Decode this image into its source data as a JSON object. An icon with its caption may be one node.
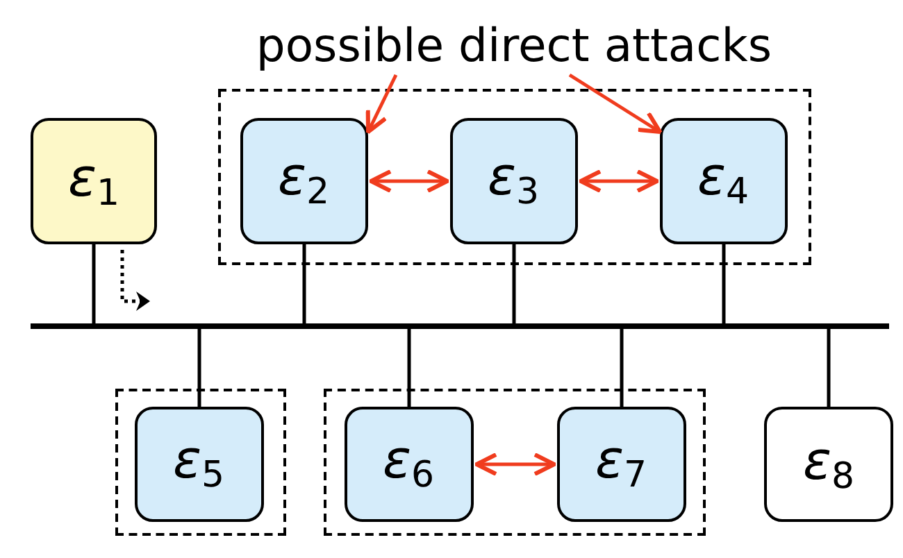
{
  "diagram": {
    "nodes": [
      {
        "text": [
          "possible direct attacks"
        ]
      },
      {
        "text": [
          "*ε*$_{1}$"
        ]
      },
      {
        "text": [],
        "shape": "box"
      },
      {
        "text": [
          "*ε*$_{2}$"
        ],
        "in": 2
      },
      {
        "text": [
          "*ε*$_{3}$"
        ],
        "in": 2
      },
      {
        "text": [
          "*ε*$_{4}$"
        ],
        "in": 2
      },
      {
        "text": [],
        "shape": "bar"
      },
      {
        "text": [],
        "shape": "box"
      },
      {
        "text": [
          "*ε*$_{5}$"
        ],
        "in": 7
      },
      {
        "text": [],
        "shape": "box"
      },
      {
        "text": [
          "*ε*$_{6}$"
        ],
        "in": 9
      },
      {
        "text": [
          "*ε*$_{7}$"
        ],
        "in": 9
      },
      {
        "text": [
          "*ε*$_{8}$"
        ]
      }
    ],
    "edges": [
      {
        "from": 0,
        "to": 3,
        "arrow": "to",
        "color": "#f03c1e"
      },
      {
        "from": 0,
        "to": 5,
        "arrow": "to",
        "color": "#f03c1e"
      },
      {
        "from": 3,
        "to": 4,
        "arrow": "both",
        "color": "#f03c1e"
      },
      {
        "from": 4,
        "to": 5,
        "arrow": "both",
        "color": "#f03c1e"
      },
      {
        "from": 10,
        "to": 11,
        "arrow": "both",
        "color": "#f03c1e"
      },
      {
        "from": 1,
        "to": 6,
        "arrow": "none"
      },
      {
        "from": 3,
        "to": 6,
        "arrow": "none"
      },
      {
        "from": 4,
        "to": 6,
        "arrow": "none"
      },
      {
        "from": 5,
        "to": 6,
        "arrow": "none"
      },
      {
        "from": 8,
        "to": 6,
        "arrow": "none"
      },
      {
        "from": 10,
        "to": 6,
        "arrow": "none"
      },
      {
        "from": 11,
        "to": 6,
        "arrow": "none"
      },
      {
        "from": 12,
        "to": 6,
        "arrow": "none"
      }
    ]
  }
}
